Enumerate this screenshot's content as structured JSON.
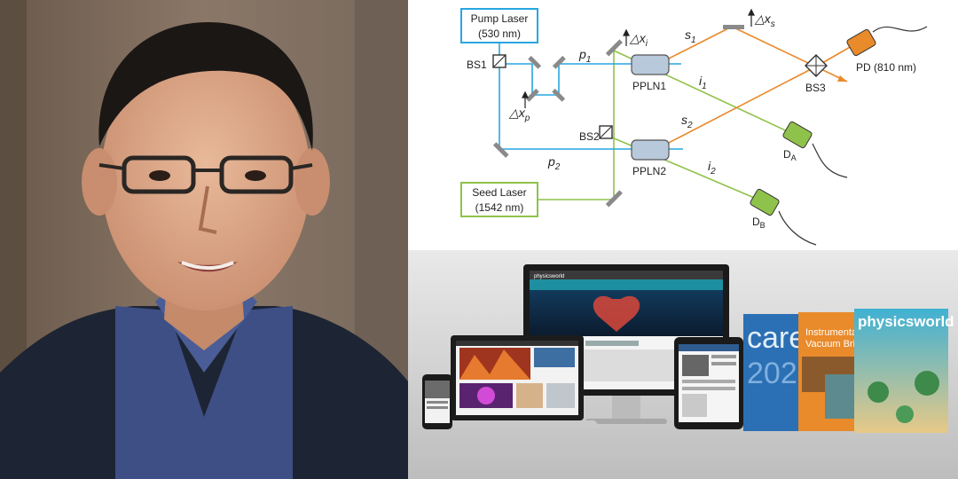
{
  "diagram": {
    "pump_laser": [
      "Pump Laser",
      "(530 nm)"
    ],
    "seed_laser": [
      "Seed Laser",
      "(1542 nm)"
    ],
    "labels": {
      "bs1": "BS1",
      "bs2": "BS2",
      "bs3": "BS3",
      "pp1": "PPLN1",
      "pp2": "PPLN2",
      "pd": "PD (810 nm)",
      "p1": "p",
      "p1sub": "1",
      "p2": "p",
      "p2sub": "2",
      "s1": "s",
      "s1sub": "1",
      "s2": "s",
      "s2sub": "2",
      "i1": "i",
      "i1sub": "1",
      "i2": "i",
      "i2sub": "2",
      "da": "D",
      "dasub": "A",
      "db": "D",
      "dbsub": "B",
      "dxi": "△x",
      "dxisub": "i",
      "dxs": "△x",
      "dxssub": "s",
      "dxp": "△x",
      "dxpsub": "p"
    }
  },
  "devices": {
    "site_label": "physicsworld",
    "magazine_cover_a": "care",
    "magazine_cover_a_year": "202",
    "magazine_cover_b": "Instrumentati",
    "magazine_cover_b2": "Vacuum Bri",
    "magazine_cover_c": "physicsworld",
    "colors": {
      "teal": "#1e8fa0",
      "orange": "#e98a2b",
      "blue": "#2b6fb4",
      "green": "#8fc24a",
      "laser_blue": "#27a6e0"
    }
  }
}
